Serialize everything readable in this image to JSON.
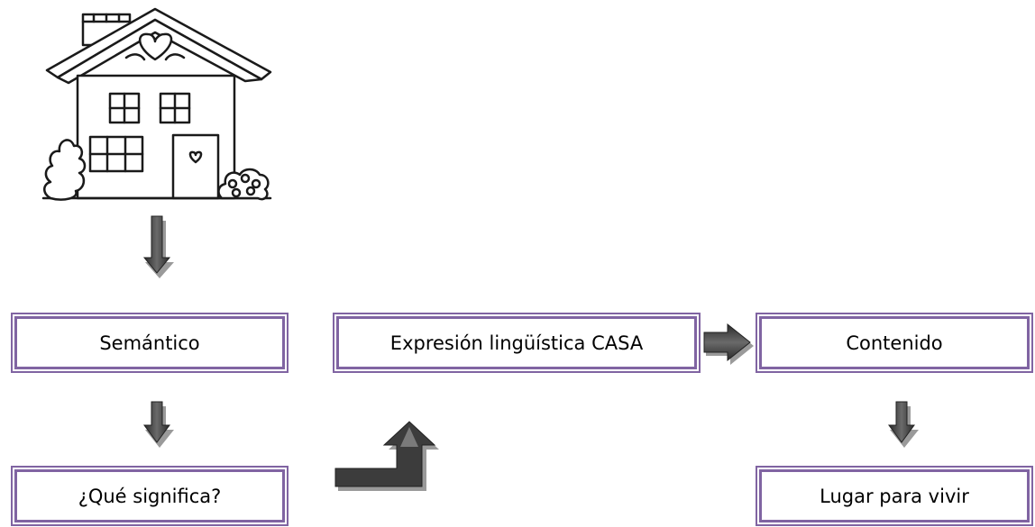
{
  "diagram": {
    "picture": {
      "icon": "house-icon"
    },
    "nodes": {
      "semantico": "Semántico",
      "expresion": "Expresión lingüística CASA",
      "contenido": "Contenido",
      "que_significa": "¿Qué significa?",
      "lugar": "Lugar para vivir"
    },
    "colors": {
      "box_border": "#8064a2",
      "arrow_fill": "#3a3a3a",
      "arrow_shadow": "#9a9a9a"
    }
  }
}
